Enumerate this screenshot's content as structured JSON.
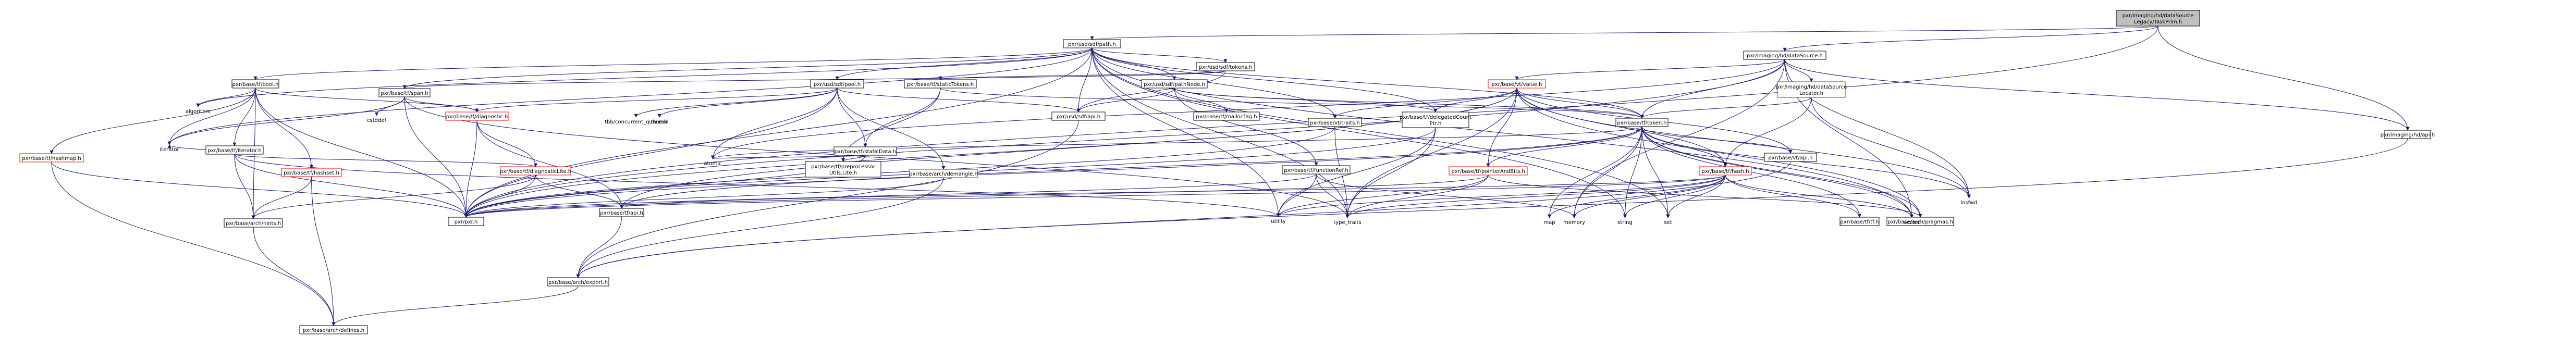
{
  "graph": {
    "nodes": [
      {
        "id": "root",
        "label": [
          "pxr/imaging/hd/dataSource",
          "Legacy/TaskPrim.h"
        ],
        "style": "gray"
      },
      {
        "id": "sdfpath",
        "label": [
          "pxr/usd/sdf/path.h"
        ],
        "style": "white"
      },
      {
        "id": "hddatasource",
        "label": [
          "pxr/imaging/hd/dataSource.h"
        ],
        "style": "white"
      },
      {
        "id": "hdapi",
        "label": [
          "pxr/imaging/hd/api.h"
        ],
        "style": "white"
      },
      {
        "id": "hdlocator",
        "label": [
          "pxr/imaging/hd/dataSource",
          "Locator.h"
        ],
        "style": "red"
      },
      {
        "id": "tfbool",
        "label": [
          "pxr/base/tf/bool.h"
        ],
        "style": "white"
      },
      {
        "id": "sdfpool",
        "label": [
          "pxr/usd/sdf/pool.h"
        ],
        "style": "white"
      },
      {
        "id": "sdftokens",
        "label": [
          "pxr/usd/sdf/tokens.h"
        ],
        "style": "white"
      },
      {
        "id": "sdfpathnode",
        "label": [
          "pxr/usd/sdf/pathNode.h"
        ],
        "style": "white"
      },
      {
        "id": "vtvalue",
        "label": [
          "pxr/base/vt/value.h"
        ],
        "style": "red"
      },
      {
        "id": "tfspan",
        "label": [
          "pxr/base/tf/span.h"
        ],
        "style": "white"
      },
      {
        "id": "tfstatictokens",
        "label": [
          "pxr/base/tf/staticTokens.h"
        ],
        "style": "white"
      },
      {
        "id": "sdfapi",
        "label": [
          "pxr/usd/sdf/api.h"
        ],
        "style": "white"
      },
      {
        "id": "tfmallottag",
        "label": [
          "pxr/base/tf/mallocTag.h"
        ],
        "style": "white"
      },
      {
        "id": "vttraits",
        "label": [
          "pxr/base/vt/traits.h"
        ],
        "style": "white"
      },
      {
        "id": "tfdelegatedcount",
        "label": [
          "pxr/base/tf/delegatedCount",
          "Ptr.h"
        ],
        "style": "white"
      },
      {
        "id": "tftoken",
        "label": [
          "pxr/base/tf/token.h"
        ],
        "style": "white"
      },
      {
        "id": "tfhashmap",
        "label": [
          "pxr/base/tf/hashmap.h"
        ],
        "style": "red"
      },
      {
        "id": "tfiterator",
        "label": [
          "pxr/base/tf/iterator.h"
        ],
        "style": "white"
      },
      {
        "id": "tfdiagnostic",
        "label": [
          "pxr/base/tf/diagnostic.h"
        ],
        "style": "red"
      },
      {
        "id": "tfstaticdata",
        "label": [
          "pxr/base/tf/staticData.h"
        ],
        "style": "white"
      },
      {
        "id": "tffunctionref",
        "label": [
          "pxr/base/tf/functionRef.h"
        ],
        "style": "white"
      },
      {
        "id": "tfpointerandbits",
        "label": [
          "pxr/base/tf/pointerAndBits.h"
        ],
        "style": "red"
      },
      {
        "id": "tfhash",
        "label": [
          "pxr/base/tf/hash.h"
        ],
        "style": "red"
      },
      {
        "id": "gfapi",
        "label": [
          "pxr/base/tf/hashset.h"
        ],
        "style": "red"
      },
      {
        "id": "tfdiaglite",
        "label": [
          "pxr/base/tf/diagnosticLite.h"
        ],
        "style": "red"
      },
      {
        "id": "archdemangle",
        "label": [
          "pxr/base/arch/demangle.h"
        ],
        "style": "red"
      },
      {
        "id": "tfpreproc",
        "label": [
          "pxr/base/tf/preprocessor",
          "Utils.Lite.h"
        ],
        "style": "white"
      },
      {
        "id": "vtapi",
        "label": [
          "pxr/base/vt/api.h"
        ],
        "style": "white"
      },
      {
        "id": "tfapi",
        "label": [
          "pxr/base/tf/api.h"
        ],
        "style": "white"
      },
      {
        "id": "archhints",
        "label": [
          "pxr/base/arch/hints.h"
        ],
        "style": "white"
      },
      {
        "id": "tftf",
        "label": [
          "pxr/base/tf/tf.h"
        ],
        "style": "white"
      },
      {
        "id": "archpragmas",
        "label": [
          "pxr/base/arch/pragmas.h"
        ],
        "style": "white"
      },
      {
        "id": "pxrh",
        "label": [
          "pxr/pxr.h"
        ],
        "style": "white"
      },
      {
        "id": "archexport",
        "label": [
          "pxr/base/arch/export.h"
        ],
        "style": "white"
      },
      {
        "id": "archdefines",
        "label": [
          "pxr/base/arch/defines.h"
        ],
        "style": "white"
      },
      {
        "id": "algorithm",
        "label": [
          "algorithm"
        ],
        "style": "plain"
      },
      {
        "id": "iterator",
        "label": [
          "iterator"
        ],
        "style": "plain"
      },
      {
        "id": "cstddef",
        "label": [
          "cstddef"
        ],
        "style": "plain"
      },
      {
        "id": "tbbqueue",
        "label": [
          "tbb/concurrent_queue.h"
        ],
        "style": "plain"
      },
      {
        "id": "thread",
        "label": [
          "thread"
        ],
        "style": "plain"
      },
      {
        "id": "atomic",
        "label": [
          "atomic"
        ],
        "style": "plain"
      },
      {
        "id": "utility",
        "label": [
          "utility"
        ],
        "style": "plain"
      },
      {
        "id": "typetraits",
        "label": [
          "type_traits"
        ],
        "style": "plain"
      },
      {
        "id": "map",
        "label": [
          "map"
        ],
        "style": "plain"
      },
      {
        "id": "memory",
        "label": [
          "memory"
        ],
        "style": "plain"
      },
      {
        "id": "string",
        "label": [
          "string"
        ],
        "style": "plain"
      },
      {
        "id": "set",
        "label": [
          "set"
        ],
        "style": "plain"
      },
      {
        "id": "vector",
        "label": [
          "vector"
        ],
        "style": "plain"
      },
      {
        "id": "iosfwd",
        "label": [
          "iosfwd"
        ],
        "style": "plain"
      }
    ]
  }
}
